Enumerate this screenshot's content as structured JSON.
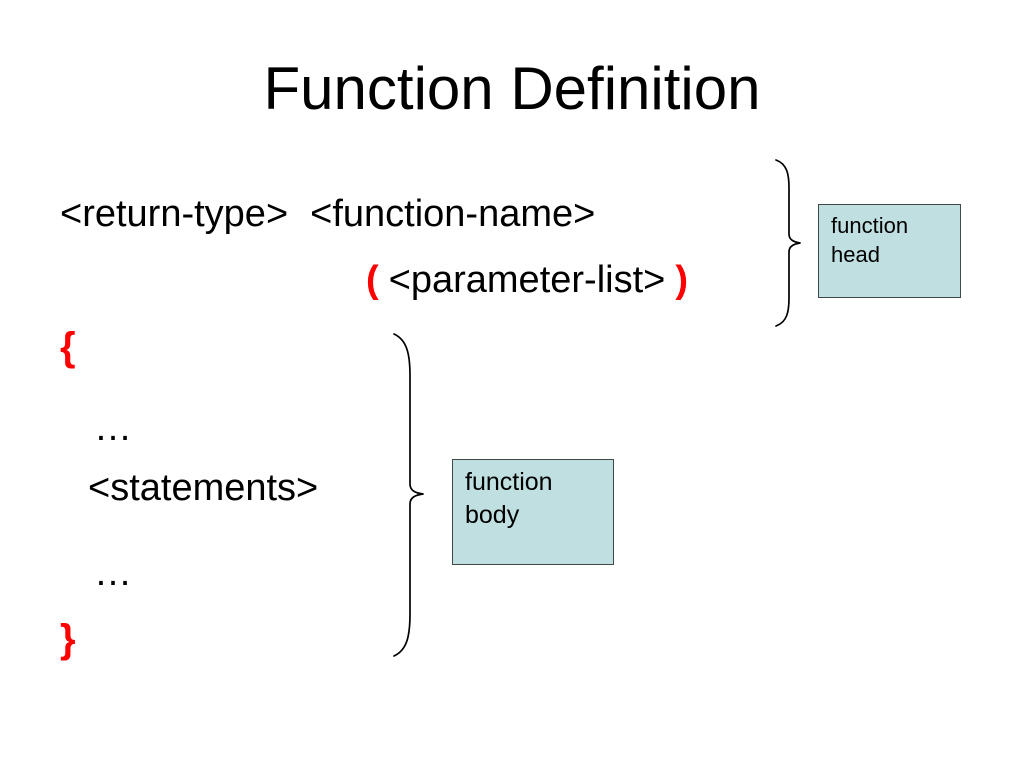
{
  "slide": {
    "title": "Function Definition",
    "background_color": "#ffffff"
  },
  "code": {
    "line_signature": {
      "return_type": "<return-type>",
      "function_name": "<function-name>"
    },
    "line_params": {
      "paren_open": "(",
      "parameter_list": "<parameter-list>",
      "paren_close": ")"
    },
    "brace_open": "{",
    "dots_first": "…",
    "statements": "<statements>",
    "dots_second": "…",
    "brace_close": "}"
  },
  "callouts": {
    "function_head": {
      "label": "function\nhead",
      "fill_color": "#bfdfe0",
      "border_color": "#404848"
    },
    "function_body": {
      "label": "function\nbody",
      "fill_color": "#bfdfe0",
      "border_color": "#404848"
    }
  },
  "colors": {
    "code_text": "#000000",
    "syntax_accent": "#ff0000",
    "callout_fill": "#bfdfe0",
    "brace_stroke": "#000000"
  },
  "icons": {
    "brace_head": "curly-brace-right-icon",
    "brace_body": "curly-brace-right-icon"
  }
}
